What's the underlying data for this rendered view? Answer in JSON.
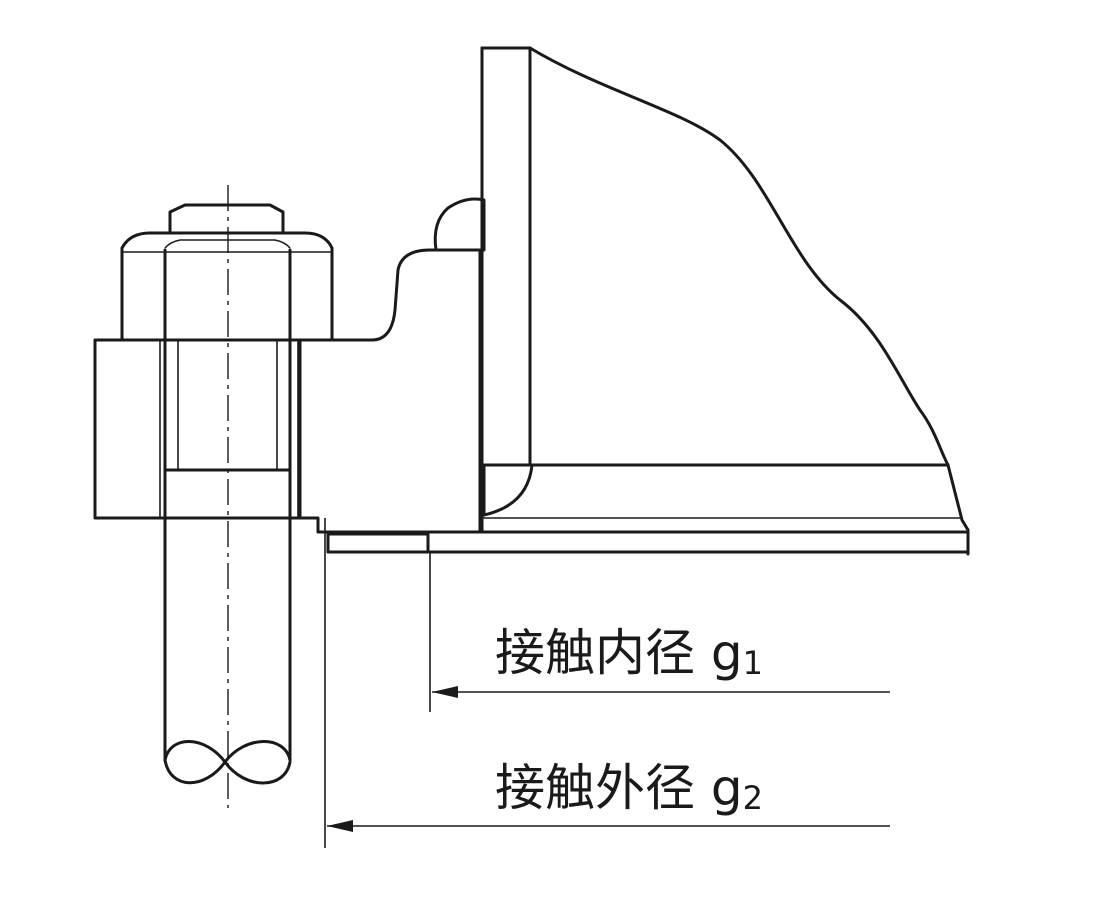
{
  "labels": {
    "inner_diameter": {
      "text": "接触内径 g",
      "sub": "1"
    },
    "outer_diameter": {
      "text": "接触外径 g",
      "sub": "2"
    }
  },
  "colors": {
    "line": "#1a1a1a",
    "background": "#ffffff"
  }
}
